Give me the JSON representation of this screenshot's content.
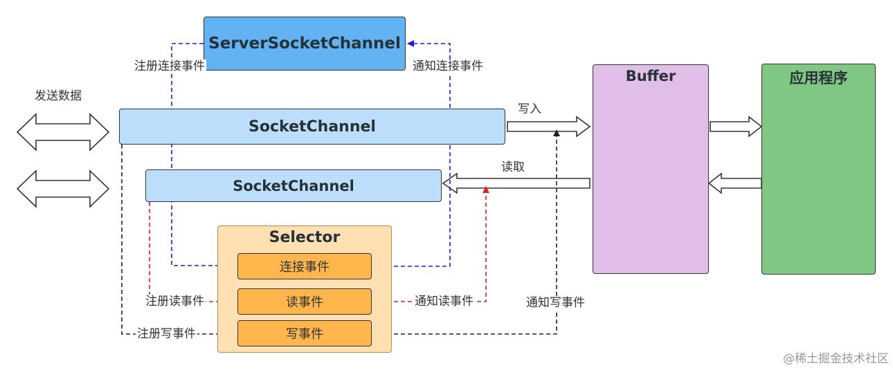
{
  "nodes": {
    "server_socket_channel": "ServerSocketChannel",
    "socket_channel_1": "SocketChannel",
    "socket_channel_2": "SocketChannel",
    "selector": "Selector",
    "connect_event": "连接事件",
    "read_event": "读事件",
    "write_event": "写事件",
    "buffer": "Buffer",
    "application": "应用程序"
  },
  "labels": {
    "send_data": "发送数据",
    "register_connect": "注册连接事件",
    "notify_connect": "通知连接事件",
    "write_in": "写入",
    "read_out": "读取",
    "register_read": "注册读事件",
    "notify_read": "通知读事件",
    "register_write": "注册写事件",
    "notify_write": "通知写事件"
  },
  "watermark": "@稀土掘金技术社区",
  "colors": {
    "server_socket_channel": "#63b2f4",
    "socket_channel": "#bddefb",
    "selector": "#ffe0b2",
    "event": "#ffb74d",
    "buffer": "#e1bee7",
    "application": "#81c784",
    "connect_line": "#1a1adb",
    "read_line": "#e02020",
    "write_line": "#222222"
  }
}
